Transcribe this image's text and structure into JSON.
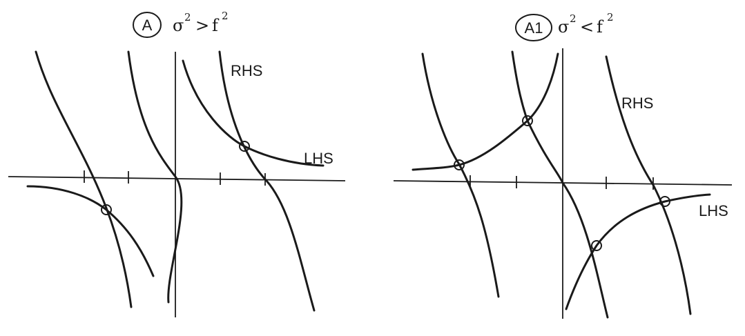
{
  "panels": [
    {
      "id": "A",
      "badge": "A",
      "condition": {
        "lhs_var": "σ",
        "lhs_exp": "2",
        "op": ">",
        "rhs_var": "f",
        "rhs_exp": "2"
      },
      "rhs_label": "RHS",
      "lhs_label": "LHS"
    },
    {
      "id": "A1",
      "badge": "A1",
      "condition": {
        "lhs_var": "σ",
        "lhs_exp": "2",
        "op": "<",
        "rhs_var": "f",
        "rhs_exp": "2"
      },
      "rhs_label": "RHS",
      "lhs_label": "LHS"
    }
  ]
}
